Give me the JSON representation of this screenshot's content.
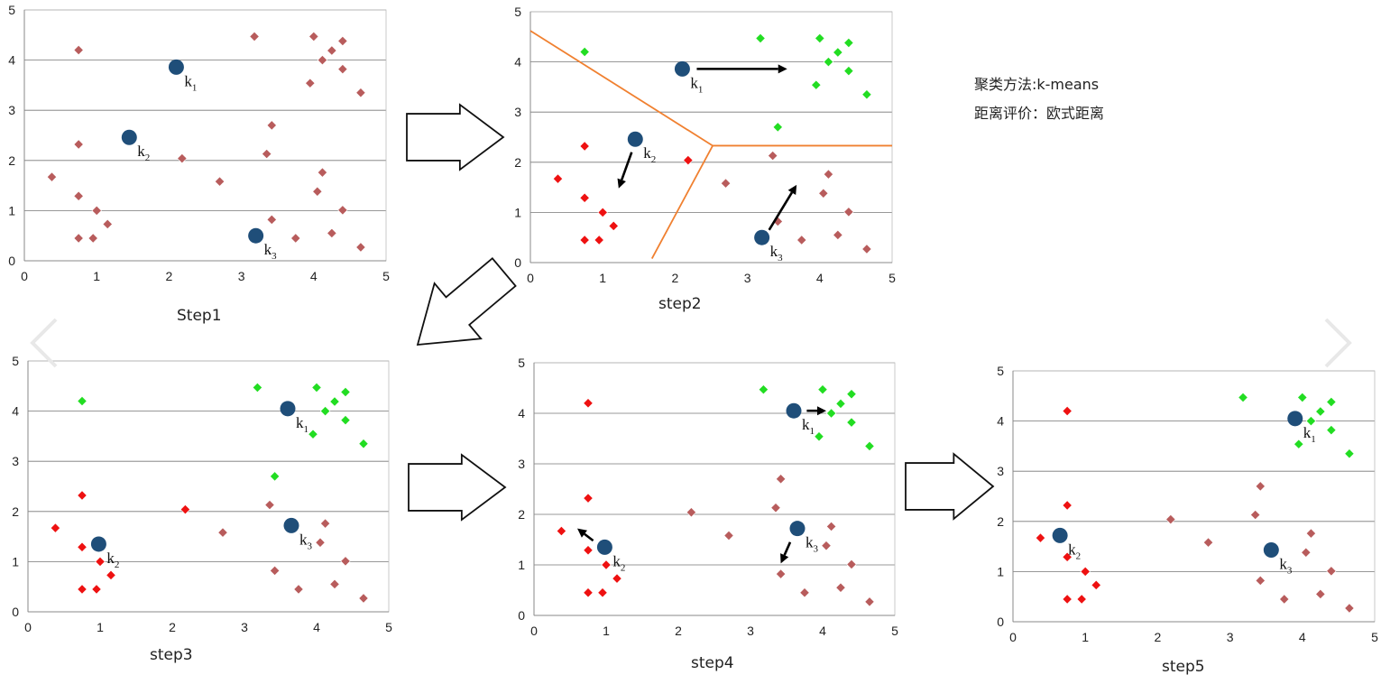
{
  "info": {
    "method": "聚类方法:k-means",
    "distance": "距离评价：欧式距离"
  },
  "nav": {
    "prev_icon": "chevron-left-icon",
    "next_icon": "chevron-right-icon"
  },
  "colors": {
    "cluster1": "#22dd22",
    "cluster2": "#ee1111",
    "cluster3": "#b85c5c",
    "centroid": "#1f4e79",
    "boundary": "#f08030"
  },
  "points": [
    [
      0.38,
      1.67
    ],
    [
      0.75,
      4.2
    ],
    [
      0.75,
      2.32
    ],
    [
      0.75,
      1.29
    ],
    [
      0.75,
      0.45
    ],
    [
      0.95,
      0.45
    ],
    [
      1.0,
      1.0
    ],
    [
      1.15,
      0.73
    ],
    [
      2.18,
      2.04
    ],
    [
      2.7,
      1.58
    ],
    [
      3.18,
      4.47
    ],
    [
      3.35,
      2.13
    ],
    [
      3.42,
      2.7
    ],
    [
      3.42,
      0.82
    ],
    [
      3.75,
      0.45
    ],
    [
      3.95,
      3.54
    ],
    [
      4.0,
      4.47
    ],
    [
      4.05,
      1.38
    ],
    [
      4.12,
      4.0
    ],
    [
      4.12,
      1.76
    ],
    [
      4.25,
      4.19
    ],
    [
      4.25,
      0.55
    ],
    [
      4.4,
      4.38
    ],
    [
      4.4,
      3.82
    ],
    [
      4.4,
      1.01
    ],
    [
      4.65,
      3.35
    ],
    [
      4.65,
      0.27
    ]
  ],
  "steps": [
    {
      "caption": "Step1",
      "ticks": [
        "0",
        "1",
        "2",
        "3",
        "4",
        "5"
      ],
      "labels": [
        "3",
        "3",
        "3",
        "3",
        "3",
        "3",
        "3",
        "3",
        "3",
        "3",
        "3",
        "3",
        "3",
        "3",
        "3",
        "3",
        "3",
        "3",
        "3",
        "3",
        "3",
        "3",
        "3",
        "3",
        "3",
        "3",
        "3"
      ],
      "centroids": [
        {
          "label": "k",
          "sub": "1",
          "x": 2.1,
          "y": 3.86
        },
        {
          "label": "k",
          "sub": "2",
          "x": 1.45,
          "y": 2.46
        },
        {
          "label": "k",
          "sub": "3",
          "x": 3.2,
          "y": 0.5
        }
      ],
      "arrows": []
    },
    {
      "caption": "step2",
      "ticks": [
        "0",
        "1",
        "2",
        "3",
        "4",
        "5"
      ],
      "labels": [
        "2",
        "1",
        "2",
        "2",
        "2",
        "2",
        "2",
        "2",
        "2",
        "3",
        "1",
        "3",
        "1",
        "3",
        "3",
        "1",
        "1",
        "3",
        "1",
        "3",
        "1",
        "3",
        "1",
        "1",
        "3",
        "1",
        "3"
      ],
      "centroids": [
        {
          "label": "k",
          "sub": "1",
          "x": 2.1,
          "y": 3.86
        },
        {
          "label": "k",
          "sub": "2",
          "x": 1.45,
          "y": 2.46
        },
        {
          "label": "k",
          "sub": "3",
          "x": 3.2,
          "y": 0.5
        }
      ],
      "arrows": [
        [
          2.3,
          3.86,
          3.55,
          3.86
        ],
        [
          1.4,
          2.2,
          1.22,
          1.48
        ],
        [
          3.3,
          0.65,
          3.68,
          1.55
        ]
      ],
      "boundaries": [
        [
          [
            0,
            4.62
          ],
          [
            2.52,
            2.33
          ],
          [
            5,
            2.33
          ]
        ],
        [
          [
            2.52,
            2.33
          ],
          [
            1.68,
            0.08
          ]
        ]
      ]
    },
    {
      "caption": "step3",
      "ticks": [
        "0",
        "1",
        "2",
        "3",
        "4",
        "5"
      ],
      "labels": [
        "2",
        "1",
        "2",
        "2",
        "2",
        "2",
        "2",
        "2",
        "2",
        "3",
        "1",
        "3",
        "1",
        "3",
        "3",
        "1",
        "1",
        "3",
        "1",
        "3",
        "1",
        "3",
        "1",
        "1",
        "3",
        "1",
        "3"
      ],
      "centroids": [
        {
          "label": "k",
          "sub": "1",
          "x": 3.6,
          "y": 4.05
        },
        {
          "label": "k",
          "sub": "2",
          "x": 0.98,
          "y": 1.35
        },
        {
          "label": "k",
          "sub": "3",
          "x": 3.65,
          "y": 1.72
        }
      ],
      "arrows": []
    },
    {
      "caption": "step4",
      "ticks": [
        "0",
        "1",
        "2",
        "3",
        "4",
        "5"
      ],
      "labels": [
        "2",
        "2",
        "2",
        "2",
        "2",
        "2",
        "2",
        "2",
        "3",
        "3",
        "1",
        "3",
        "3",
        "3",
        "3",
        "1",
        "1",
        "3",
        "1",
        "3",
        "1",
        "3",
        "1",
        "1",
        "3",
        "1",
        "3"
      ],
      "centroids": [
        {
          "label": "k",
          "sub": "1",
          "x": 3.6,
          "y": 4.05
        },
        {
          "label": "k",
          "sub": "2",
          "x": 0.98,
          "y": 1.35
        },
        {
          "label": "k",
          "sub": "3",
          "x": 3.65,
          "y": 1.72
        }
      ],
      "arrows": [
        [
          3.78,
          4.05,
          4.05,
          4.05
        ],
        [
          0.82,
          1.48,
          0.6,
          1.72
        ],
        [
          3.55,
          1.45,
          3.42,
          1.03
        ]
      ]
    },
    {
      "caption": "step5",
      "ticks": [
        "0",
        "1",
        "2",
        "3",
        "4",
        "5"
      ],
      "labels": [
        "2",
        "2",
        "2",
        "2",
        "2",
        "2",
        "2",
        "2",
        "3",
        "3",
        "1",
        "3",
        "3",
        "3",
        "3",
        "1",
        "1",
        "3",
        "1",
        "3",
        "1",
        "3",
        "1",
        "1",
        "3",
        "1",
        "3"
      ],
      "centroids": [
        {
          "label": "k",
          "sub": "1",
          "x": 3.9,
          "y": 4.05
        },
        {
          "label": "k",
          "sub": "2",
          "x": 0.65,
          "y": 1.72
        },
        {
          "label": "k",
          "sub": "3",
          "x": 3.57,
          "y": 1.43
        }
      ],
      "arrows": []
    }
  ]
}
